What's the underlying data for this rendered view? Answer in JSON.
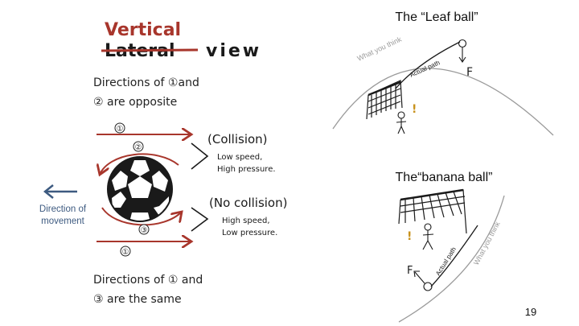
{
  "left": {
    "title_new": "Vertical",
    "title_old": "Lateral",
    "title_suffix": "view",
    "top_caption_line1": "Directions of ①and",
    "top_caption_line2": "② are opposite",
    "arrow1_label": "①",
    "arrow2_label": "②",
    "arrow3_label": "③",
    "arrow1b_label": "①",
    "collision_title": "(Collision)",
    "collision_line1": "Low speed,",
    "collision_line2": "High pressure.",
    "nocollision_title": "(No collision)",
    "nocollision_line1": "High speed,",
    "nocollision_line2": "Low pressure.",
    "movement_line1": "Direction of",
    "movement_line2": "movement",
    "bottom_caption_line1": "Directions of ① and",
    "bottom_caption_line2": "③ are the same"
  },
  "right": {
    "leaf_title": "The “Leaf ball”",
    "leaf_think": "What you think",
    "leaf_actual": "Actual path",
    "leaf_force": "F",
    "leaf_mark": "!",
    "banana_title": "The“banana ball”",
    "banana_think": "What you think",
    "banana_actual": "Actual path",
    "banana_force": "F",
    "banana_mark": "!"
  },
  "page_number": "19",
  "colors": {
    "accent_red": "#a8362c",
    "blue": "#3d5a80",
    "ink": "#1a1a1a",
    "gray": "#9a9a9a"
  }
}
